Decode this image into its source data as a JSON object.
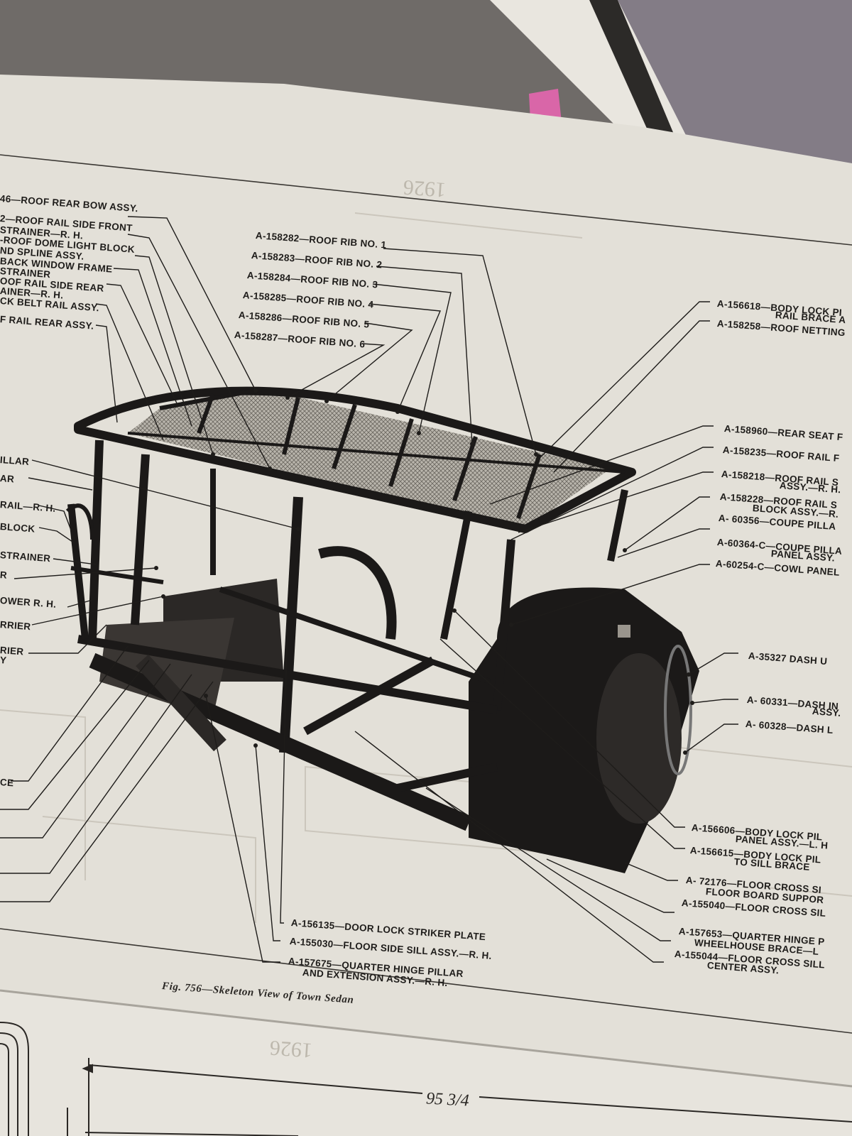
{
  "scene": {
    "colors": {
      "page": "#e3e0d8",
      "ink": "#1e1c1a",
      "background": "#6f6b68",
      "pink_object": "#d966a8"
    }
  },
  "labels_top_left": [
    "46—ROOF REAR BOW ASSY.",
    "2—ROOF RAIL SIDE FRONT",
    "STRAINER—R. H.",
    "-ROOF DOME LIGHT BLOCK",
    "ND SPLINE ASSY.",
    "BACK WINDOW FRAME",
    "STRAINER",
    "OOF RAIL SIDE REAR",
    "AINER—R. H.",
    "CK BELT RAIL ASSY.",
    "F RAIL REAR ASSY."
  ],
  "labels_left_edge": [
    "ILLAR",
    "AR",
    "RAIL—R. H.",
    "BLOCK",
    "STRAINER",
    "R",
    "OWER R. H.",
    "RRIER",
    "RIER",
    "Y",
    "CE"
  ],
  "labels_ribs": [
    "A-158282—ROOF RIB NO. 1",
    "A-158283—ROOF RIB NO. 2",
    "A-158284—ROOF RIB NO. 3",
    "A-158285—ROOF RIB NO. 4",
    "A-158286—ROOF RIB NO. 5",
    "A-158287—ROOF RIB NO. 6"
  ],
  "labels_right": [
    "A-156618—BODY LOCK PI",
    "RAIL BRACE A",
    "A-158258—ROOF NETTING",
    "A-158960—REAR SEAT F",
    "A-158235—ROOF RAIL F",
    "A-158218—ROOF RAIL S",
    "ASSY.—R. H.",
    "A-158228—ROOF RAIL S",
    "BLOCK ASSY.—R.",
    "A- 60356—COUPE PILLA",
    "A-60364-C—COUPE PILLA",
    "PANEL ASSY.",
    "A-60254-C—COWL PANEL",
    "A-35327 DASH U",
    "A- 60331—DASH IN",
    "ASSY.",
    "A- 60328—DASH L",
    "A-156606—BODY LOCK PIL",
    "PANEL ASSY.—L. H",
    "A-156615—BODY LOCK PIL",
    "TO SILL BRACE",
    "A- 72176—FLOOR CROSS SI",
    "FLOOR BOARD SUPPOR",
    "A-155040—FLOOR CROSS SIL",
    "A-157653—QUARTER HINGE P",
    "WHEELHOUSE BRACE—L",
    "A-155044—FLOOR CROSS SILL",
    "CENTER ASSY."
  ],
  "labels_bottom": [
    "A-156135—DOOR LOCK STRIKER PLATE",
    "A-155030—FLOOR SIDE SILL ASSY.—R. H.",
    "A-157675—QUARTER HINGE PILLAR",
    "AND EXTENSION ASSY.—R. H."
  ],
  "caption": "Fig. 756—Skeleton View of Town Sedan",
  "dimension": "95 3/4"
}
